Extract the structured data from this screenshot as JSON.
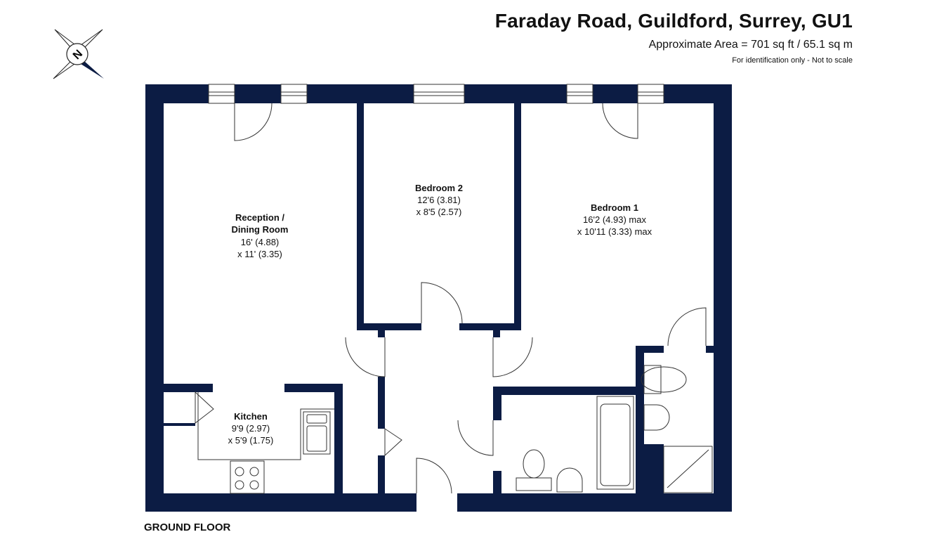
{
  "header": {
    "address": "Faraday Road, Guildford, Surrey, GU1",
    "area": "Approximate Area = 701 sq ft / 65.1 sq m",
    "disclaimer": "For identification only - Not to scale"
  },
  "compass": {
    "letter": "N"
  },
  "floor_label": "GROUND FLOOR",
  "rooms": {
    "reception": {
      "name_line1": "Reception /",
      "name_line2": "Dining Room",
      "dim1": "16' (4.88)",
      "dim2": "x 11' (3.35)"
    },
    "bedroom2": {
      "name": "Bedroom 2",
      "dim1": "12'6 (3.81)",
      "dim2": "x 8'5 (2.57)"
    },
    "bedroom1": {
      "name": "Bedroom 1",
      "dim1": "16'2 (4.93) max",
      "dim2": "x 10'11 (3.33) max"
    },
    "kitchen": {
      "name": "Kitchen",
      "dim1": "9'9 (2.97)",
      "dim2": "x 5'9 (1.75)"
    }
  },
  "colors": {
    "wall": "#0c1c44",
    "line": "#333333",
    "background": "#ffffff"
  }
}
